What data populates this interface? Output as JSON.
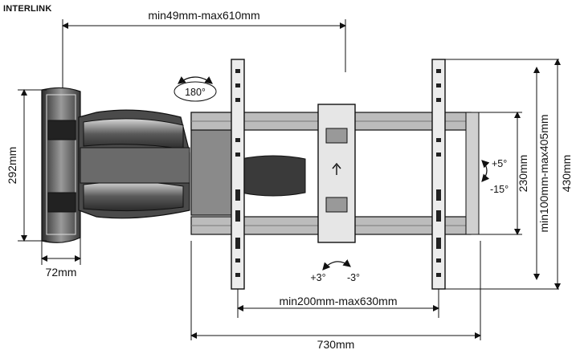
{
  "brand": "INTERLINK",
  "dimensions": {
    "extension": "min49mm-max610mm",
    "swivel": "180°",
    "height_left": "292mm",
    "depth_arm": "72mm",
    "vesa_horizontal": "min200mm-max630mm",
    "overall_width": "730mm",
    "vesa_vertical": "min100mm-max405mm",
    "overall_height": "430mm",
    "tilt_depth": "230mm",
    "tilt_up": "+5°",
    "tilt_down": "-15°",
    "level_plus": "+3°",
    "level_minus": "-3°"
  },
  "colors": {
    "line": "#111111",
    "fill_dark": "#3a3a3a",
    "fill_mid": "#7a7a7a",
    "fill_light": "#c9c9c9"
  }
}
